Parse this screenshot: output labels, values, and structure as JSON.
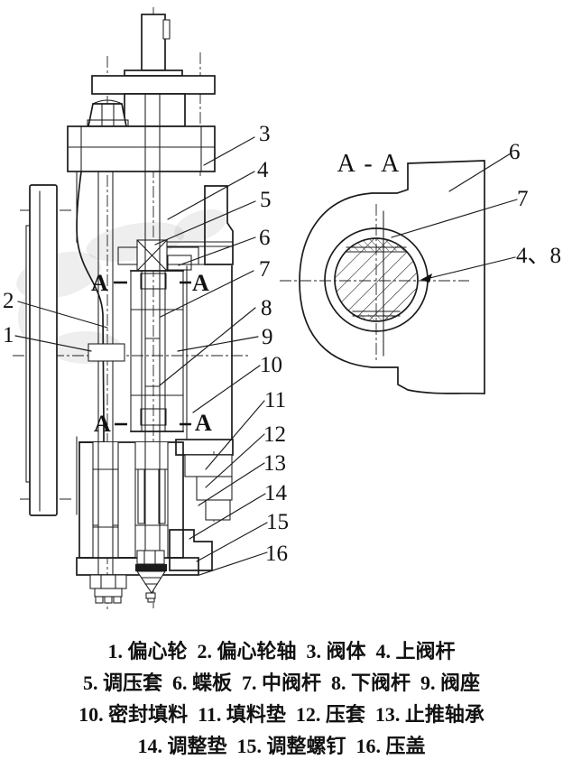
{
  "drawing": {
    "section_view_title": "A - A",
    "section_marker": "A"
  },
  "callouts": {
    "left": [
      "2",
      "1"
    ],
    "right": [
      "3",
      "4",
      "5",
      "6",
      "7",
      "8",
      "9",
      "10",
      "11",
      "12",
      "13",
      "14",
      "15",
      "16"
    ],
    "section": [
      "6",
      "7",
      "4、8"
    ]
  },
  "parts": [
    {
      "num": "1",
      "name": "偏心轮"
    },
    {
      "num": "2",
      "name": "偏心轮轴"
    },
    {
      "num": "3",
      "name": "阀体"
    },
    {
      "num": "4",
      "name": "上阀杆"
    },
    {
      "num": "5",
      "name": "调压套"
    },
    {
      "num": "6",
      "name": "蝶板"
    },
    {
      "num": "7",
      "name": "中阀杆"
    },
    {
      "num": "8",
      "name": "下阀杆"
    },
    {
      "num": "9",
      "name": "阀座"
    },
    {
      "num": "10",
      "name": "密封填料"
    },
    {
      "num": "11",
      "name": "填料垫"
    },
    {
      "num": "12",
      "name": "压套"
    },
    {
      "num": "13",
      "name": "止推轴承"
    },
    {
      "num": "14",
      "name": "调整垫"
    },
    {
      "num": "15",
      "name": "调整螺钉"
    },
    {
      "num": "16",
      "name": "压盖"
    }
  ],
  "caption": {
    "lines": [
      "1. 偏心轮  2. 偏心轮轴  3. 阀体  4. 上阀杆",
      "5. 调压套  6. 蝶板  7. 中阀杆  8. 下阀杆  9. 阀座",
      "10. 密封填料  11. 填料垫  12. 压套  13. 止推轴承",
      "14. 调整垫  15. 调整螺钉  16. 压盖"
    ]
  }
}
